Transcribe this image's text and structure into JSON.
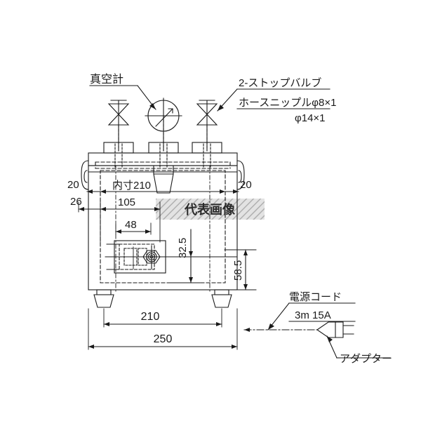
{
  "drawing": {
    "type": "technical-dimension-drawing",
    "background_color": "#ffffff",
    "line_color": "#1a1a1a",
    "watermark_color": "#c8c8c8"
  },
  "annotations": {
    "vacuum_gauge": "真空計",
    "stop_valve": "2-ストップバルブ",
    "hose_nipple": "ホースニップルφ8×1",
    "hose_nipple_2": "φ14×1",
    "power_cord": "電源コード",
    "power_cord_spec": "3m  15A",
    "adapter": "アダプター"
  },
  "dimensions": {
    "left_wall": "20",
    "right_wall": "20",
    "offset_26": "26",
    "inner_width": "内寸210",
    "dim_105": "105",
    "dim_48": "48",
    "dim_32_5": "32.5",
    "dim_58_5": "58.5",
    "dim_210": "210",
    "dim_250": "250"
  },
  "watermark": {
    "text": "代表画像"
  }
}
